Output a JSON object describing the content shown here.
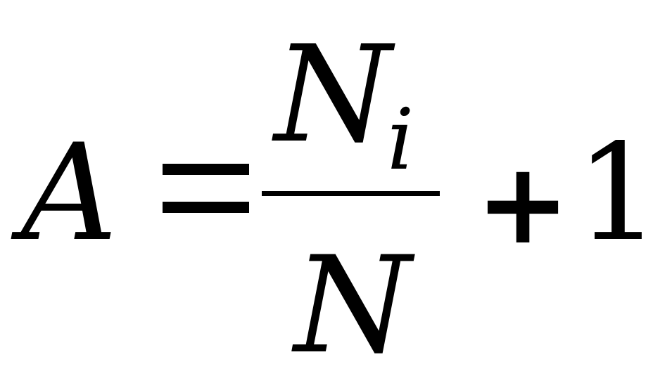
{
  "formula": {
    "lhs": "A",
    "equals": "=",
    "numerator_base": "N",
    "numerator_subscript": "i",
    "denominator": "N",
    "plus": "+",
    "constant": "1"
  },
  "colors": {
    "ink": "#000000",
    "background": "#ffffff"
  }
}
